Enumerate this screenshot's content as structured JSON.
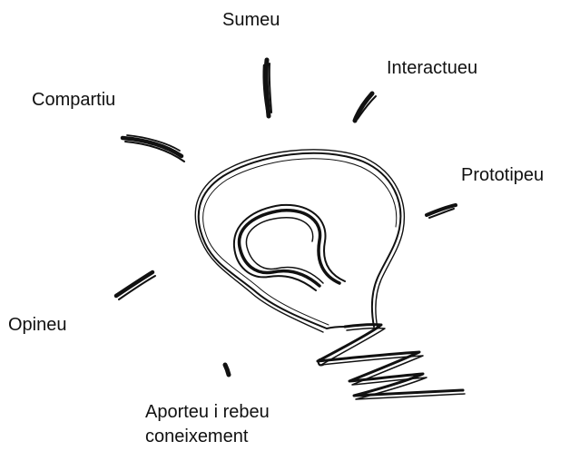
{
  "diagram": {
    "labels": {
      "sumeu": "Sumeu",
      "interactueu": "Interactueu",
      "compartiu": "Compartiu",
      "prototipeu": "Prototipeu",
      "opineu": "Opineu",
      "aporteu_line1": "Aporteu i rebeu",
      "aporteu_line2": "coneixement"
    },
    "stroke_color": "#111111",
    "background": "#ffffff",
    "icon": "light-bulb-sketch-icon"
  }
}
